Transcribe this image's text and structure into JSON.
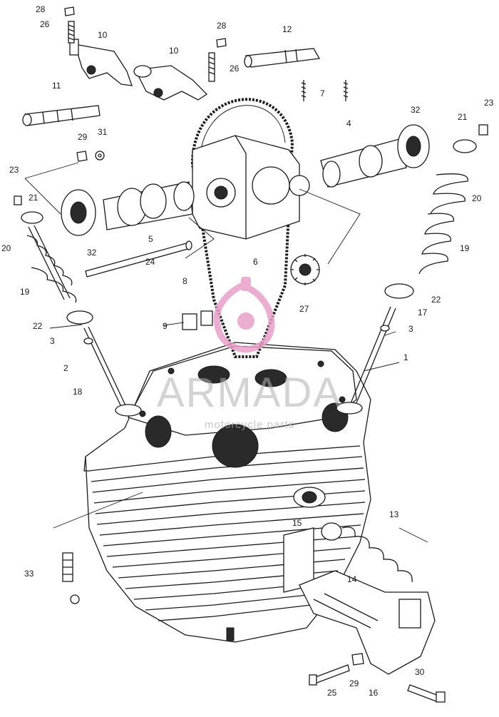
{
  "watermark": {
    "title": "ARMADA",
    "subtitle": "motorcycle parts",
    "logo_color": "#e8a0c8"
  },
  "callouts": [
    {
      "id": "c28a",
      "label": "28"
    },
    {
      "id": "c26a",
      "label": "26"
    },
    {
      "id": "c10a",
      "label": "10"
    },
    {
      "id": "c28b",
      "label": "28"
    },
    {
      "id": "c10b",
      "label": "10"
    },
    {
      "id": "c26b",
      "label": "26"
    },
    {
      "id": "c12",
      "label": "12"
    },
    {
      "id": "c11",
      "label": "11"
    },
    {
      "id": "c7",
      "label": "7"
    },
    {
      "id": "c32a",
      "label": "32"
    },
    {
      "id": "c29a",
      "label": "29"
    },
    {
      "id": "c31",
      "label": "31"
    },
    {
      "id": "c4",
      "label": "4"
    },
    {
      "id": "c21a",
      "label": "21"
    },
    {
      "id": "c23a",
      "label": "23"
    },
    {
      "id": "c23b",
      "label": "23"
    },
    {
      "id": "c21b",
      "label": "21"
    },
    {
      "id": "c20a",
      "label": "20"
    },
    {
      "id": "c20b",
      "label": "20"
    },
    {
      "id": "c5",
      "label": "5"
    },
    {
      "id": "c32b",
      "label": "32"
    },
    {
      "id": "c6",
      "label": "6"
    },
    {
      "id": "c19a",
      "label": "19"
    },
    {
      "id": "c19b",
      "label": "19"
    },
    {
      "id": "c24",
      "label": "24"
    },
    {
      "id": "c8",
      "label": "8"
    },
    {
      "id": "c27",
      "label": "27"
    },
    {
      "id": "c22a",
      "label": "22"
    },
    {
      "id": "c17",
      "label": "17"
    },
    {
      "id": "c22b",
      "label": "22"
    },
    {
      "id": "c9",
      "label": "9"
    },
    {
      "id": "c3a",
      "label": "3"
    },
    {
      "id": "c3b",
      "label": "3"
    },
    {
      "id": "c1",
      "label": "1"
    },
    {
      "id": "c2",
      "label": "2"
    },
    {
      "id": "c18",
      "label": "18"
    },
    {
      "id": "c13",
      "label": "13"
    },
    {
      "id": "c15",
      "label": "15"
    },
    {
      "id": "c33",
      "label": "33"
    },
    {
      "id": "c14",
      "label": "14"
    },
    {
      "id": "c30",
      "label": "30"
    },
    {
      "id": "c25",
      "label": "25"
    },
    {
      "id": "c29b",
      "label": "29"
    },
    {
      "id": "c16",
      "label": "16"
    }
  ]
}
